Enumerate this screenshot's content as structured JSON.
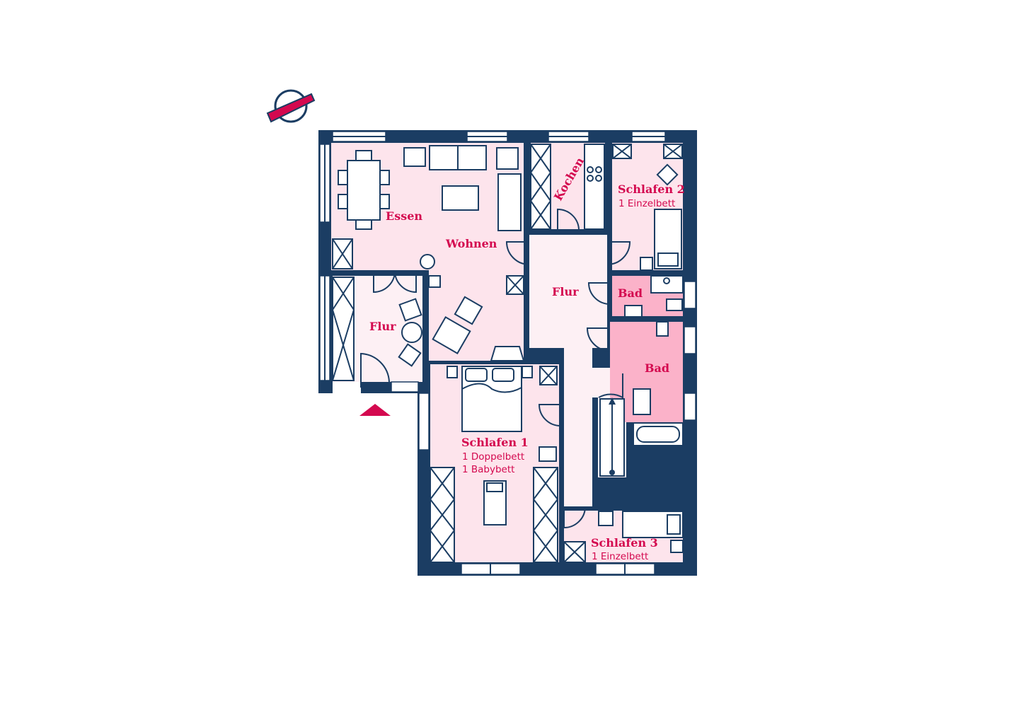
{
  "colors": {
    "wall": "#1b3d63",
    "room": "#fde4ec",
    "hall": "#fdf0f4",
    "bath": "#fbb2c9",
    "label": "#d4094f"
  },
  "icons": [
    "compass-icon",
    "entrance-arrow-icon",
    "stairs-arrow-icon"
  ],
  "rooms": {
    "essen": {
      "name": "Essen"
    },
    "wohnen": {
      "name": "Wohnen"
    },
    "kochen": {
      "name": "Kochen"
    },
    "flur_left": {
      "name": "Flur"
    },
    "flur_center": {
      "name": "Flur"
    },
    "schlafen2": {
      "name": "Schlafen 2",
      "beds": "1 Einzelbett"
    },
    "bad1": {
      "name": "Bad"
    },
    "bad2": {
      "name": "Bad"
    },
    "schlafen1": {
      "name": "Schlafen 1",
      "beds1": "1 Doppelbett",
      "beds2": "1 Babybett"
    },
    "schlafen3": {
      "name": "Schlafen 3",
      "beds": "1 Einzelbett"
    }
  }
}
